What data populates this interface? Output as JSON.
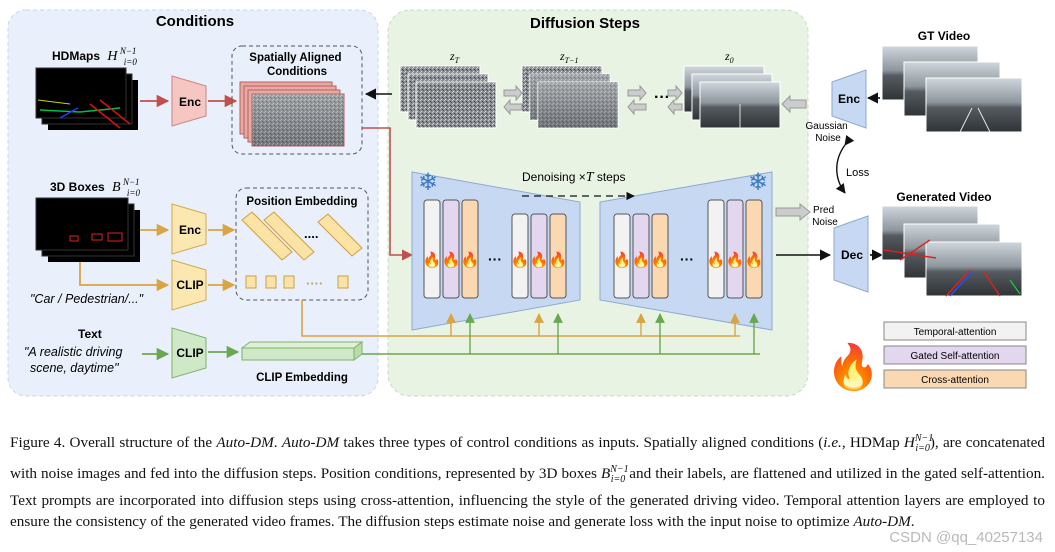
{
  "sections": {
    "conditions_title": "Conditions",
    "diffusion_title": "Diffusion Steps"
  },
  "inputs": {
    "hdmaps_label": "HDMaps",
    "hdmaps_math": "H",
    "hdmaps_sub": "i=0",
    "hdmaps_sup": "N−1",
    "boxes_label": "3D Boxes",
    "boxes_math": "B",
    "boxes_sub": "i=0",
    "boxes_sup": "N−1",
    "class_text": "\"Car / Pedestrian/...\"",
    "text_label": "Text",
    "prompt_line1": "\"A realistic driving",
    "prompt_line2": "scene, daytime\""
  },
  "blocks": {
    "enc_hd": "Enc",
    "enc_box": "Enc",
    "clip_class": "CLIP",
    "clip_text": "CLIP",
    "spatial_line1": "Spatially Aligned",
    "spatial_line2": "Conditions",
    "position_embedding": "Position Embedding",
    "clip_embedding": "CLIP Embedding",
    "enc_gt": "Enc",
    "dec": "Dec"
  },
  "diffusion": {
    "z_t": "z",
    "z_t_sub": "T",
    "z_t1": "z",
    "z_t1_sub": "T−1",
    "z_0": "z",
    "z_0_sub": "0",
    "denoising": "Denoising ×",
    "denoising_t": "T",
    "denoising_steps": " steps",
    "dots": "···"
  },
  "right": {
    "gt_video": "GT Video",
    "generated_video": "Generated Video",
    "gaussian_line1": "Gaussian",
    "gaussian_line2": "Noise",
    "loss": "Loss",
    "pred_line1": "Pred",
    "pred_line2": "Noise"
  },
  "legend": {
    "temporal": "Temporal-attention",
    "gated": "Gated Self-attention",
    "cross": "Cross-attention"
  },
  "colors": {
    "conditions_bg": "#eaf0fb",
    "diffusion_bg": "#e9f3e4",
    "enc_red": "#f6c6c3",
    "enc_yellow": "#fbe8b0",
    "clip_green": "#cfe8c7",
    "unet_blue": "#c7d9f2",
    "temporal": "#f2f2f2",
    "gated": "#e3d6ef",
    "cross": "#fad8b2"
  },
  "caption": {
    "s1": "Figure 4.  Overall structure of the ",
    "s2": "Auto-DM",
    "s3": ". ",
    "s4": "Auto-DM",
    "s5": " takes three types of control conditions as inputs.  Spatially aligned conditions (",
    "s6": "i.e.",
    "s7": ", HDMap ",
    "s8": "H",
    "s9": "), are concatenated with noise images and fed into the diffusion steps. Position conditions, represented by 3D boxes ",
    "s10": "B",
    "s11": " and their labels, are flattened and utilized in the gated self-attention. Text prompts are incorporated into diffusion steps using cross-attention, influencing the style of the generated driving video.  Temporal attention layers are employed to ensure the consistency of the generated video frames. The diffusion steps estimate noise and generate loss with the input noise to optimize ",
    "s12": "Auto-DM",
    "s13": ".",
    "sub": "i=0",
    "sup": "N−1"
  },
  "watermark": "CSDN @qq_40257134"
}
